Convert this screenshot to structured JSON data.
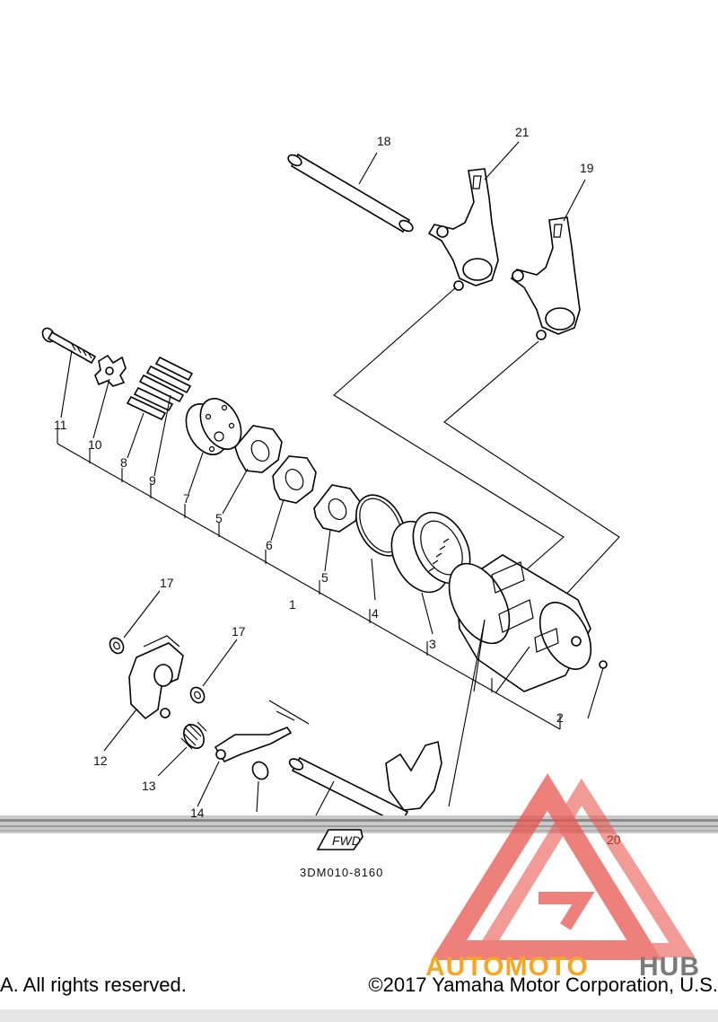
{
  "diagram": {
    "callouts": [
      {
        "id": "c18",
        "text": "18"
      },
      {
        "id": "c21",
        "text": "21"
      },
      {
        "id": "c19",
        "text": "19"
      },
      {
        "id": "c11",
        "text": "11"
      },
      {
        "id": "c10",
        "text": "10"
      },
      {
        "id": "c8",
        "text": "8"
      },
      {
        "id": "c9",
        "text": "9"
      },
      {
        "id": "c7",
        "text": "7"
      },
      {
        "id": "c5a",
        "text": "5"
      },
      {
        "id": "c6",
        "text": "6"
      },
      {
        "id": "c5b",
        "text": "5"
      },
      {
        "id": "c1",
        "text": "1"
      },
      {
        "id": "c4",
        "text": "4"
      },
      {
        "id": "c3",
        "text": "3"
      },
      {
        "id": "c2",
        "text": "2"
      },
      {
        "id": "c17a",
        "text": "17"
      },
      {
        "id": "c17b",
        "text": "17"
      },
      {
        "id": "c12",
        "text": "12"
      },
      {
        "id": "c13",
        "text": "13"
      },
      {
        "id": "c14",
        "text": "14"
      },
      {
        "id": "c20",
        "text": "20"
      }
    ],
    "direction_mark": "FWD",
    "drawing_code": "3DM010-8160"
  },
  "watermark": {
    "word_part1": "AUTOMOTO",
    "word_part2": "HUB",
    "colors": {
      "triangle": "#e8564f",
      "orange": "#f5a623",
      "gray": "#7a7a7a"
    }
  },
  "footer": {
    "left_text": "A. All rights reserved.",
    "right_text": "©2017 Yamaha Motor Corporation, U.S."
  }
}
